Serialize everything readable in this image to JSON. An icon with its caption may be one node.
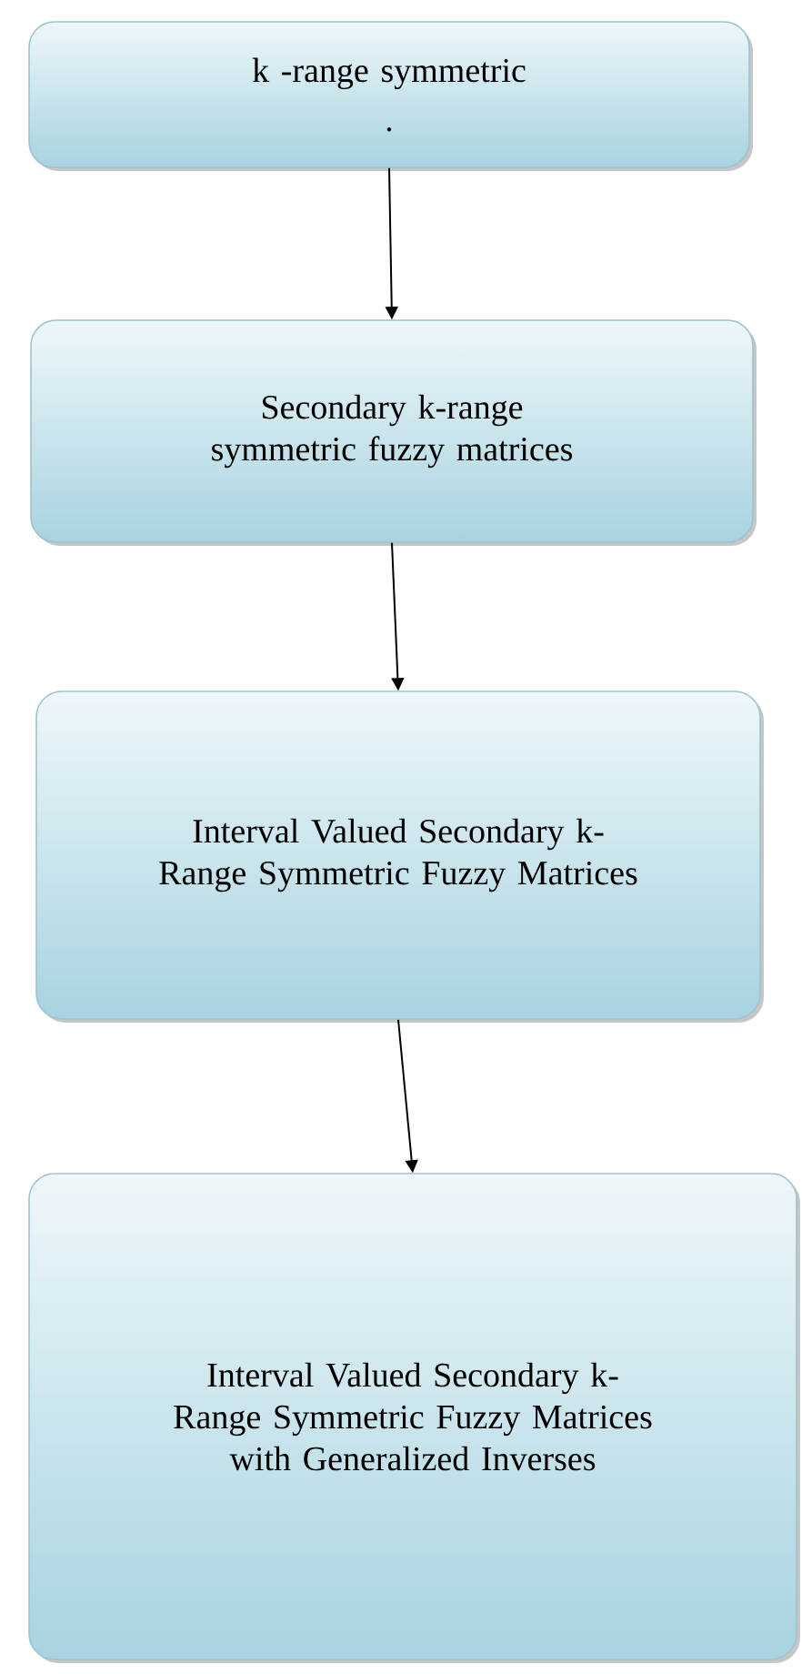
{
  "diagram": {
    "nodes": [
      {
        "text": [
          "k -range symmetric",
          "."
        ]
      },
      {
        "text": [
          "Secondary k-range symmetric fuzzy matrices"
        ]
      },
      {
        "text": [
          "Interval Valued Secondary k-Range Symmetric Fuzzy Matrices"
        ]
      },
      {
        "text": [
          "Interval Valued Secondary k-Range Symmetric Fuzzy Matrices with Generalized Inverses"
        ]
      }
    ],
    "edges": [
      {
        "from": 0,
        "to": 1,
        "arrow": "to"
      },
      {
        "from": 1,
        "to": 2,
        "arrow": "to"
      },
      {
        "from": 2,
        "to": 3,
        "arrow": "to"
      }
    ]
  }
}
